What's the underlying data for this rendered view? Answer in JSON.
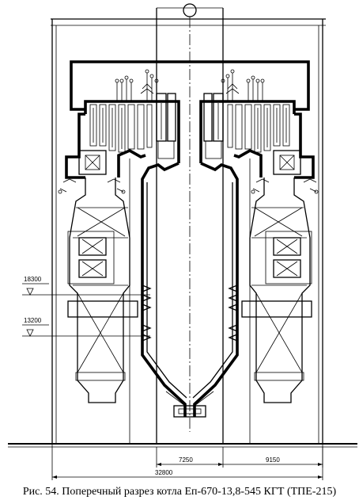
{
  "caption": "Рис. 54. Поперечный разрез котла Еп-670-13,8-545 КГТ (ТПЕ-215)",
  "levels": {
    "upper": "18300",
    "lower": "13200"
  },
  "dimensions": {
    "total_width": "32800",
    "center_span": "7250",
    "side_span": "9150"
  }
}
